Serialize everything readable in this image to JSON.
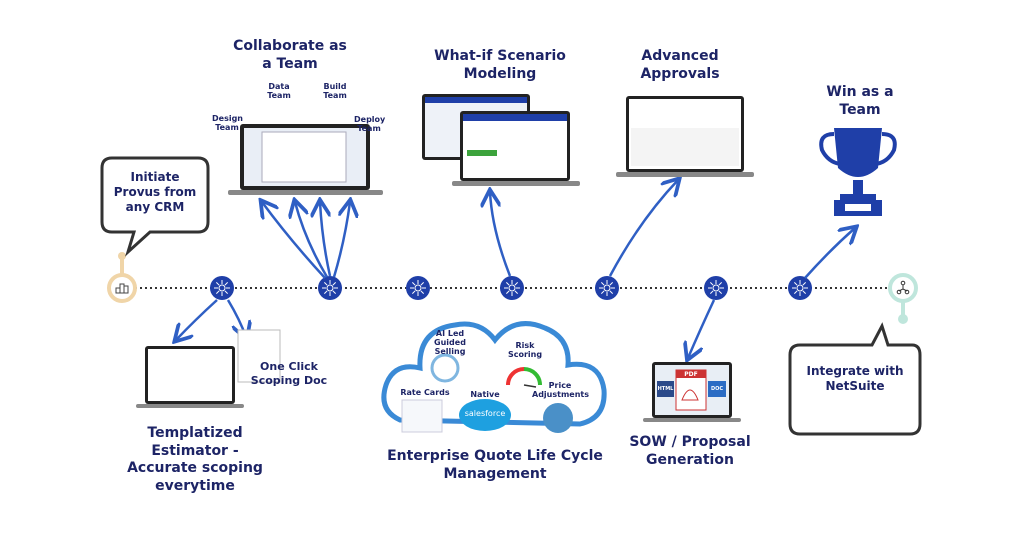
{
  "colors": {
    "navy": "#1d2466",
    "node": "#1f3fa8",
    "arrow": "#2f5fc4",
    "start": "#f0d5a8",
    "end": "#bfe6dc",
    "cloud": "#3a8ad6"
  },
  "timeline": {
    "start_icon": "bar-chart-icon",
    "end_icon": "network-hub-icon",
    "node_icon": "hub-arrows-icon"
  },
  "stages": {
    "initiate": "Initiate Provus from any CRM",
    "collaborate": "Collaborate as a Team",
    "teams": {
      "design": "Design Team",
      "data": "Data Team",
      "build": "Build Team",
      "deploy": "Deploy Team"
    },
    "whatif": "What-if Scenario Modeling",
    "approvals": "Advanced Approvals",
    "win": "Win as a Team",
    "estimator": "Templatized Estimator - Accurate scoping everytime",
    "scoping_doc": "One Click Scoping Doc",
    "cloud": {
      "ai": "AI Led Guided Selling",
      "risk": "Risk Scoring",
      "rate": "Rate Cards",
      "native": "Native",
      "salesforce": "salesforce",
      "price": "Price Adjustments"
    },
    "eqlm": "Enterprise Quote Life Cycle Management",
    "sow": "SOW / Proposal Generation",
    "sow_doc_labels": {
      "pdf": "PDF",
      "html": "HTML",
      "doc": "DOC"
    },
    "integrate": "Integrate with NetSuite"
  }
}
